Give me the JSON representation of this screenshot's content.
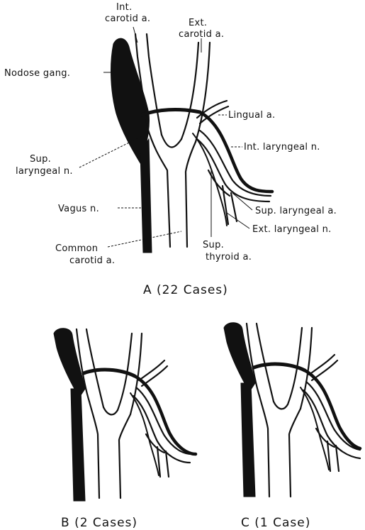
{
  "panels": {
    "a": {
      "caption": "A  (22 Cases)",
      "labels": {
        "int_carotid_1": "Int.",
        "int_carotid_2": "carotid a.",
        "ext_carotid_1": "Ext.",
        "ext_carotid_2": "carotid a.",
        "nodose": "Nodose gang.",
        "lingual": "Lingual a.",
        "int_laryngeal": "Int. laryngeal n.",
        "sup_laryngeal_n_1": "Sup.",
        "sup_laryngeal_n_2": "laryngeal n.",
        "vagus": "Vagus n.",
        "sup_laryngeal_a": "Sup. laryngeal a.",
        "ext_laryngeal": "Ext. laryngeal n.",
        "common_carotid_1": "Common",
        "common_carotid_2": "carotid a.",
        "sup_thyroid_1": "Sup.",
        "sup_thyroid_2": "thyroid a."
      }
    },
    "b": {
      "caption": "B  (2 Cases)"
    },
    "c": {
      "caption": "C  (1 Case)"
    }
  },
  "colors": {
    "ink": "#111111",
    "background": "#ffffff"
  }
}
